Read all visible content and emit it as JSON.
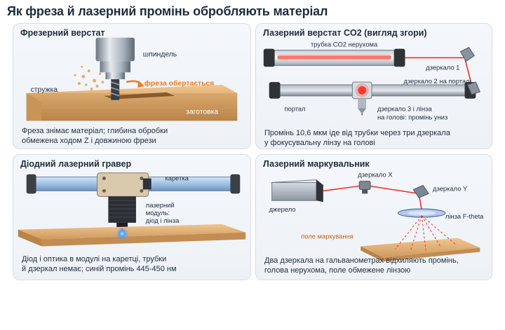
{
  "title": "Як фреза й лазерний промінь обробляють матеріал",
  "panels": {
    "milling": {
      "title": "Фрезерний верстат",
      "labels": {
        "spindle": "шпиндель",
        "chips": "стружка",
        "rotation": "фреза обертається",
        "workpiece": "заготовка"
      },
      "caption": [
        "Фреза знімає матеріал; глибина обробки",
        "обмежена ходом Z і довжиною фрези"
      ]
    },
    "co2": {
      "title": "Лазерний верстат CO2 (вигляд згори)",
      "labels": {
        "tube": "трубка CO2 нерухома",
        "mirror1": "дзеркало 1",
        "mirror2": "дзеркало 2 на порталі",
        "gantry": "портал",
        "mirror3": [
          "дзеркало 3 і лінза",
          "на голові: промінь униз"
        ]
      },
      "caption": [
        "Промінь 10,6 мкм іде від трубки через три дзеркала",
        "у фокусувальну лінзу на голові"
      ]
    },
    "diode": {
      "title": "Діодний лазерний гравер",
      "labels": {
        "carriage": "каретка",
        "module": [
          "лазерний",
          "модуль:",
          "діод і лінза"
        ]
      },
      "caption": [
        "Діод і оптика в модулі на каретці, трубки",
        "й дзеркал немає; синій промінь 445-450 нм"
      ]
    },
    "galvo": {
      "title": "Лазерний маркувальник",
      "labels": {
        "mirrorX": "дзеркало X",
        "mirrorY": "дзеркало Y",
        "source": "джерело",
        "lens": "лінза F-theta",
        "field": "поле маркування"
      },
      "caption": [
        "Два дзеркала на гальванометрах відхиляють промінь,",
        "голова нерухома, поле обмежене лінзою"
      ]
    }
  },
  "colors": {
    "laser_red": "#e8302a",
    "laser_blue": "#3d8fe8",
    "orange_accent": "#f07a1a",
    "wood": "#d9a86c"
  }
}
